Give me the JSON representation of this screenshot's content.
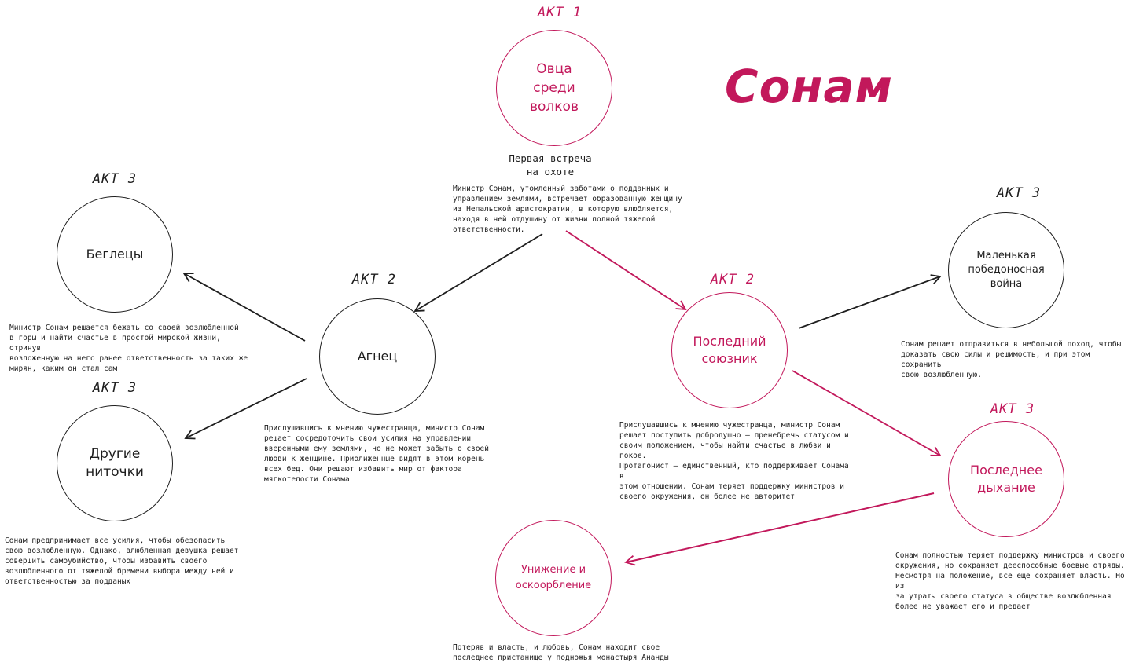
{
  "title": "Сонам",
  "colors": {
    "accent": "#c2185b",
    "ink": "#1e1e1e"
  },
  "nodes": {
    "sheep": {
      "act": "АКТ 1",
      "label": "Овца\nсреди\nволков"
    },
    "fugitives": {
      "act": "АКТ 3",
      "label": "Беглецы"
    },
    "lamb": {
      "act": "АКТ 2",
      "label": "Агнец"
    },
    "other_threads": {
      "act": "АКТ 3",
      "label": "Другие\nниточки"
    },
    "last_ally": {
      "act": "АКТ 2",
      "label": "Последний\nсоюзник"
    },
    "small_war": {
      "act": "АКТ 3",
      "label": "Маленькая\nпобедоносная\nвойна"
    },
    "last_breath": {
      "act": "АКТ 3",
      "label": "Последнее\nдыхание"
    },
    "humiliation": {
      "label": "Унижение и\nоскоорбление"
    }
  },
  "texts": {
    "sheep_subtitle": "Первая встреча\nна охоте",
    "sheep_desc": "Министр Сонам, утомленный заботами о подданных и\nуправлением землями, встречает образованную женщину\nиз Непальской аристократии, в которую влюбляется,\nнаходя в ней отдушину от жизни полной тяжелой\nответственности.",
    "fugitives_desc": "Министр Сонам решается бежать со своей возлюбленной\nв горы и найти счастье в простой мирской жизни, отринув\nвозложенную на него ранее ответственность за таких же\nмирян, каким он стал сам",
    "other_threads_desc": "Сонам предпринимает все усилия, чтобы обезопасить\nсвою возлюбленную. Однако, влюбленная девушка решает\nсовершить самоубийство, чтобы избавить своего\nвозлюбленного от тяжелой бремени выбора между ней и\nответственностью за подданых",
    "lamb_desc": "Прислушавшись к мнению чужестранца, министр Сонам\nрешает сосредоточить свои усилия на управлении\nвверенными ему землями, но не может забыть о своей\nлюбви к женщине. Приближенные видят в этом корень\nвсех бед. Они решают избавить мир от фактора\nмягкотелости Сонама",
    "last_ally_desc": "Прислушавшись к мнению чужестранца, министр Сонам\nрешает поступить добродушно — пренебречь статусом и\nсвоим положением, чтобы найти счастье в любви и покое.\nПротагонист — единственный, кто поддерживает Сонама в\nэтом отношении. Сонам теряет поддержку министров и\nсвоего окружения, он более не авторитет",
    "small_war_desc": "Сонам решает отправиться в небольшой поход, чтобы\nдоказать свою силы и решимость, и при этом сохранить\nсвою возлюбленную.",
    "last_breath_desc": "Сонам полностью теряет поддержку министров и своего\nокружения, но сохраняет дееспособные боевые отряды.\nНесмотря на положение, все еще сохраняет власть. Но из\nза утраты своего статуса в обществе возлюбленная\nболее не уважает его и предает",
    "humiliation_desc": "Потеряв и власть, и любовь, Сонам находит свое\nпоследнее пристанище у подножья монастыря Ананды"
  }
}
